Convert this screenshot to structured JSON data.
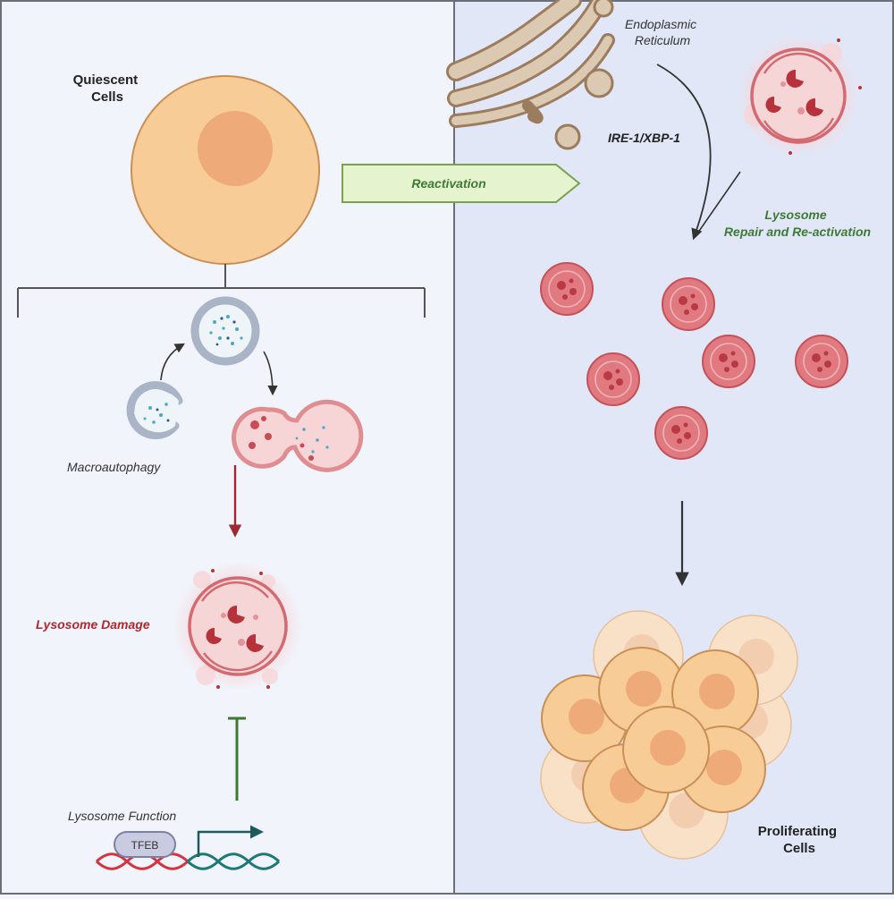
{
  "left_panel": {
    "quiescent_label_line1": "Quiescent",
    "quiescent_label_line2": "Cells",
    "macroautophagy_label": "Macroautophagy",
    "lysosome_damage_label": "Lysosome Damage",
    "lysosome_function_label": "Lysosome Function",
    "tfeb_label": "TFEB"
  },
  "arrow": {
    "reactivation_label": "Reactivation"
  },
  "right_panel": {
    "er_label_line1": "Endoplasmic",
    "er_label_line2": "Reticulum",
    "pathway_label": "IRE-1/XBP-1",
    "repair_label_line1": "Lysosome",
    "repair_label_line2": "Repair and Re-activation",
    "proliferating_label_line1": "Proliferating",
    "proliferating_label_line2": "Cells"
  },
  "colors": {
    "left_bg": "#f1f4fb",
    "right_bg": "#e2e7f7",
    "cell_fill": "#f7cc97",
    "cell_nucleus": "#eeaa78",
    "lysosome_fill": "#e07a80",
    "damage_text": "#b0272e",
    "repair_text": "#3e7a35",
    "er_fill": "#dcc9b2",
    "arrow_fill": "#e6f3cf",
    "inhibition": "#3e7a35"
  }
}
